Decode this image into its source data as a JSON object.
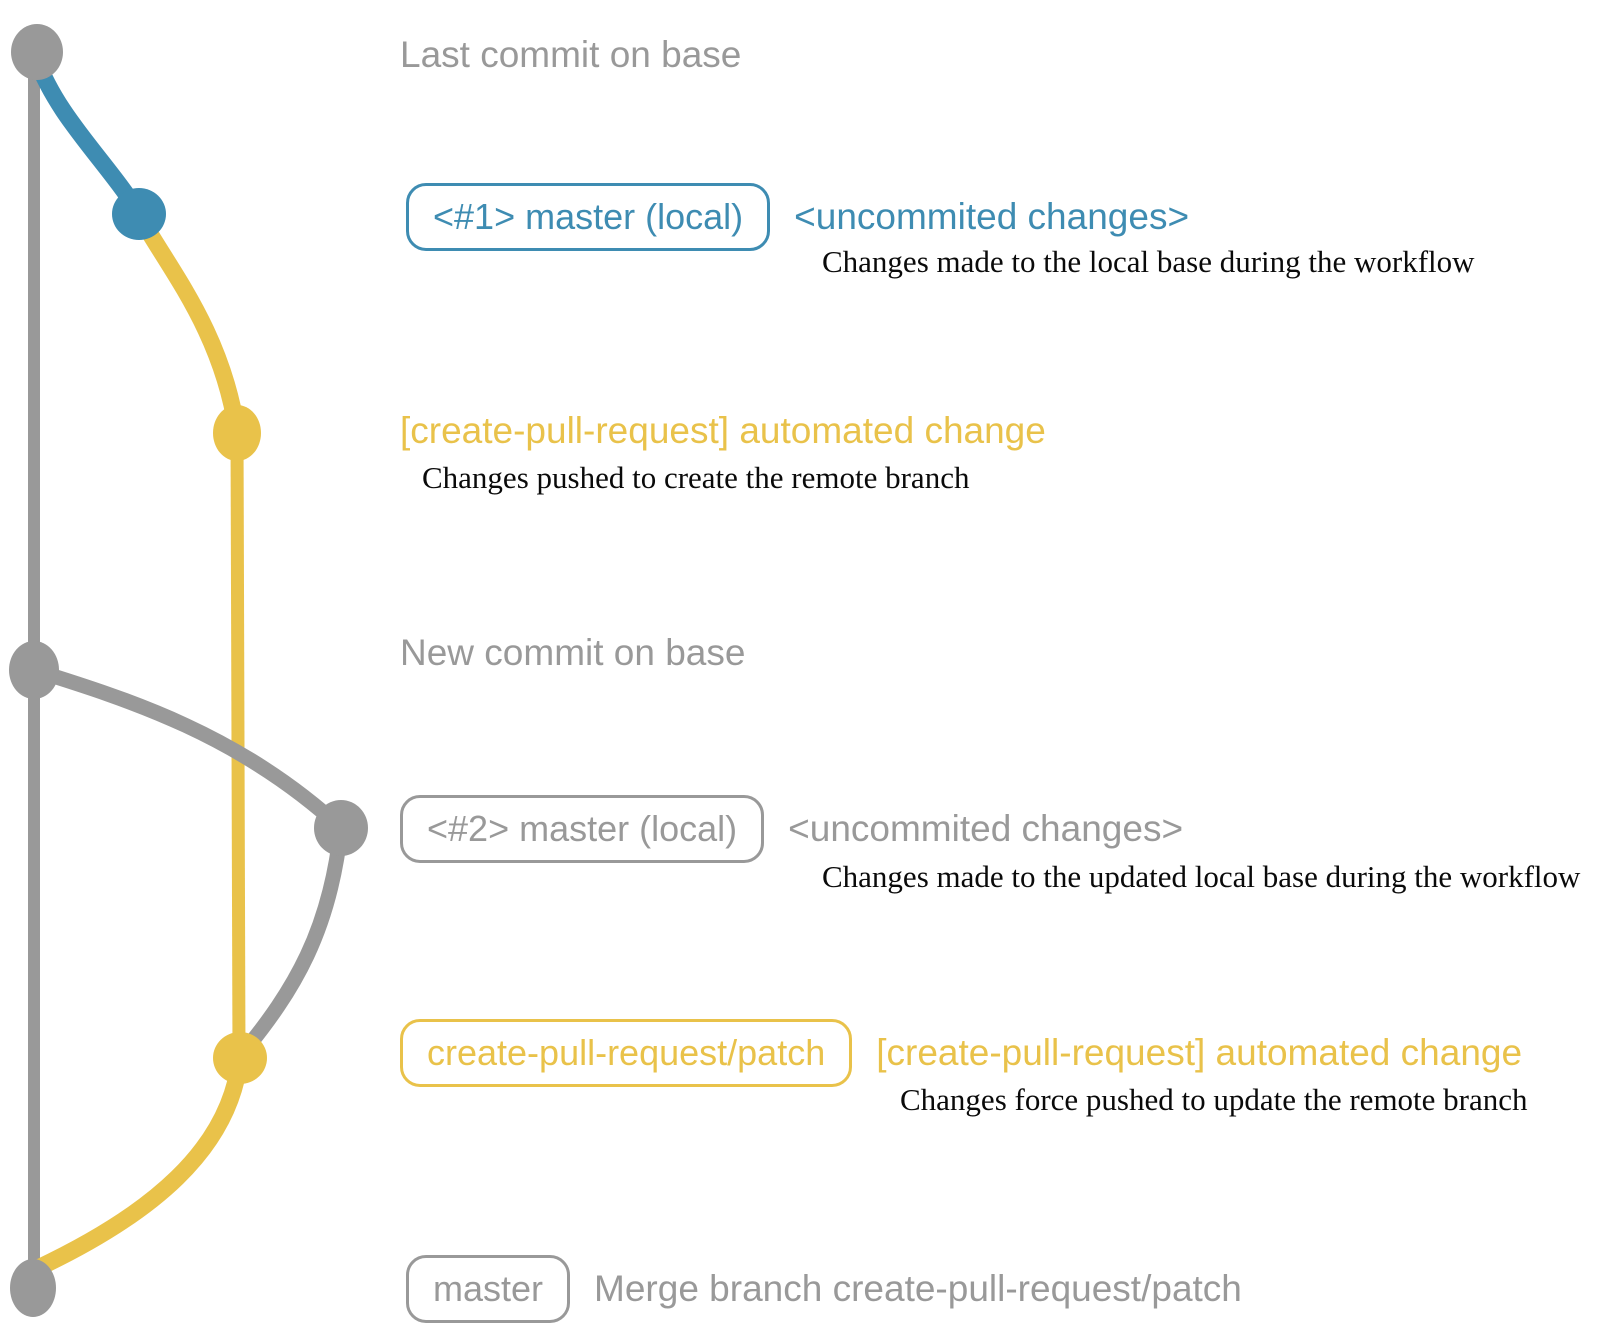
{
  "colors": {
    "gray": "#999999",
    "blue": "#3e8cb2",
    "yellow": "#e9c24a",
    "dark": "#0a0a0a",
    "bg": "#ffffff"
  },
  "rows": {
    "last_commit": {
      "title": "Last commit on base"
    },
    "commit1": {
      "badge": "<#1> master (local)",
      "annotation": "<uncommited changes>",
      "caption": "Changes made to the local base during the workflow"
    },
    "push1": {
      "annotation": "[create-pull-request] automated change",
      "caption": "Changes pushed to create the remote branch"
    },
    "new_commit": {
      "title": "New commit on base"
    },
    "commit2": {
      "badge": "<#2> master (local)",
      "annotation": "<uncommited changes>",
      "caption": "Changes made to the updated local base during the workflow"
    },
    "push2": {
      "badge": "create-pull-request/patch",
      "annotation": "[create-pull-request] automated change",
      "caption": "Changes force pushed to update the remote branch"
    },
    "merge": {
      "badge": "master",
      "annotation": "Merge branch create-pull-request/patch"
    }
  }
}
